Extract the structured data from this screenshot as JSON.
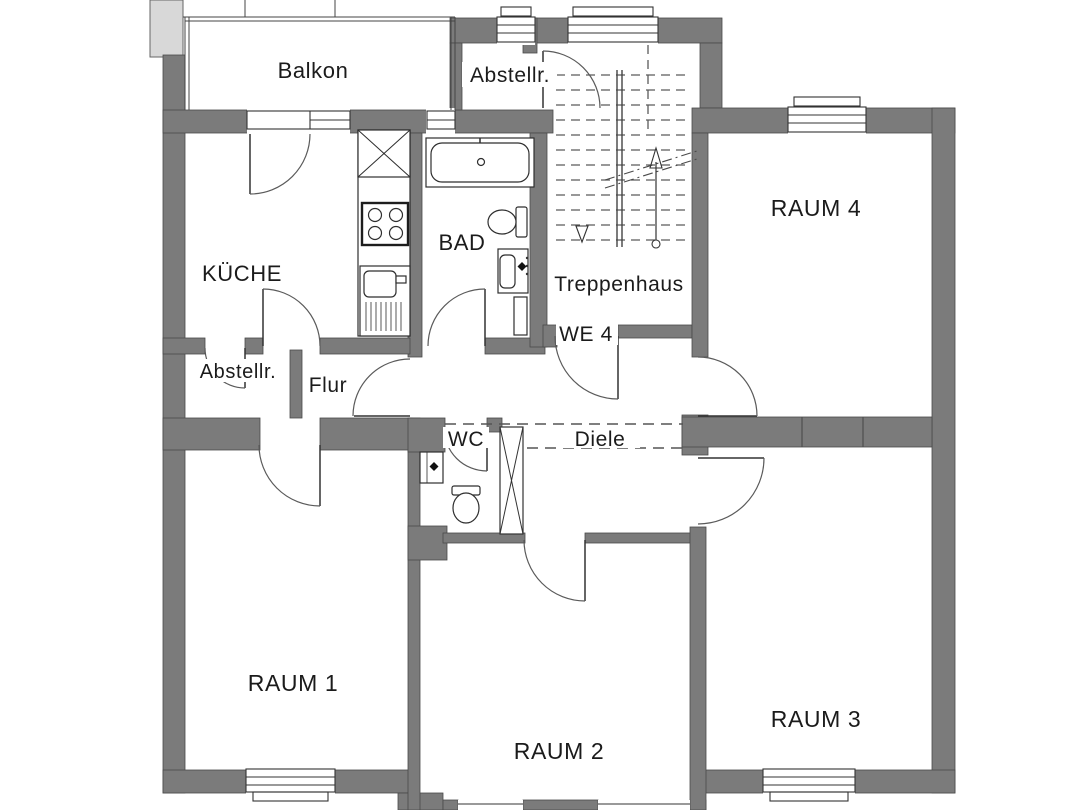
{
  "floorplan": {
    "unit_label": "WE 4",
    "rooms": [
      {
        "name": "balkon",
        "label": "Balkon"
      },
      {
        "name": "abstellraum-top",
        "label": "Abstellr."
      },
      {
        "name": "kueche",
        "label": "KÜCHE"
      },
      {
        "name": "bad",
        "label": "BAD"
      },
      {
        "name": "treppenhaus",
        "label": "Treppenhaus"
      },
      {
        "name": "raum-4",
        "label": "RAUM 4"
      },
      {
        "name": "abstellraum",
        "label": "Abstellr."
      },
      {
        "name": "flur",
        "label": "Flur"
      },
      {
        "name": "wc",
        "label": "WC"
      },
      {
        "name": "diele",
        "label": "Diele"
      },
      {
        "name": "raum-1",
        "label": "RAUM 1"
      },
      {
        "name": "raum-2",
        "label": "RAUM 2"
      },
      {
        "name": "raum-3",
        "label": "RAUM 3"
      }
    ],
    "colors": {
      "wall": "#7b7b7b",
      "adjacent_structure": "#d8d8d8",
      "background": "#ffffff"
    }
  }
}
